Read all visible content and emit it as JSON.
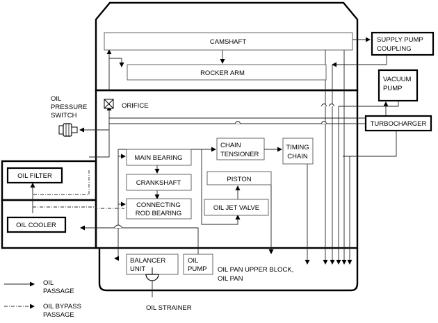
{
  "labels": {
    "camshaft": "CAMSHAFT",
    "rocker_arm": "ROCKER ARM",
    "supply_pump_coupling": [
      "SUPPLY PUMP",
      "COUPLING"
    ],
    "vacuum_pump": [
      "VACUUM",
      "PUMP"
    ],
    "turbocharger": "TURBOCHARGER",
    "orifice": "ORIFICE",
    "oil_pressure_switch": [
      "OIL",
      "PRESSURE",
      "SWITCH"
    ],
    "main_bearing": "MAIN BEARING",
    "crankshaft": "CRANKSHAFT",
    "connecting_rod_bearing": [
      "CONNECTING",
      "ROD BEARING"
    ],
    "chain_tensioner": [
      "CHAIN",
      "TENSIONER"
    ],
    "timing_chain": [
      "TIMING",
      "CHAIN"
    ],
    "piston": "PISTON",
    "oil_jet_valve": "OIL JET VALVE",
    "oil_filter": "OIL FILTER",
    "oil_cooler": "OIL COOLER",
    "balancer_unit": [
      "BALANCER",
      "UNIT"
    ],
    "oil_pump": [
      "OIL",
      "PUMP"
    ],
    "oil_pan": [
      "OIL PAN UPPER BLOCK,",
      "OIL PAN"
    ],
    "oil_strainer": "OIL STRAINER"
  },
  "legend": {
    "oil_passage": [
      "OIL",
      "PASSAGE"
    ],
    "oil_bypass_passage": [
      "OIL BYPASS",
      "PASSAGE"
    ]
  }
}
